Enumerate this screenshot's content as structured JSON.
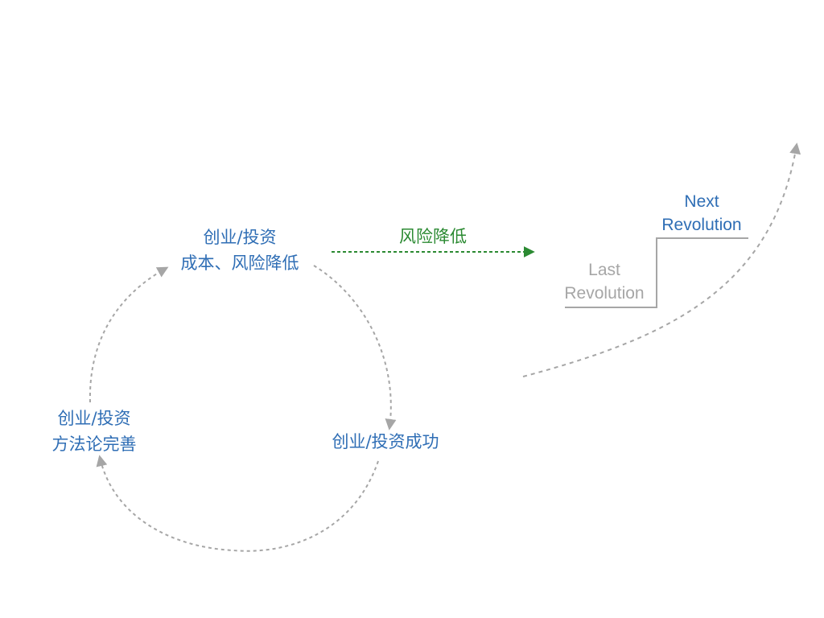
{
  "cycle": {
    "top_node": {
      "line1": "创业/投资",
      "line2": "成本、风险降低"
    },
    "right_node": {
      "line1": "创业/投资成功"
    },
    "left_node": {
      "line1": "创业/投资",
      "line2": "方法论完善"
    }
  },
  "risk_arrow": {
    "label": "风险降低"
  },
  "revolution": {
    "last": {
      "line1": "Last",
      "line2": "Revolution"
    },
    "next": {
      "line1": "Next",
      "line2": "Revolution"
    }
  },
  "colors": {
    "node_text": "#2f6eb5",
    "risk": "#2b8a32",
    "gray": "#a6a6a6"
  }
}
